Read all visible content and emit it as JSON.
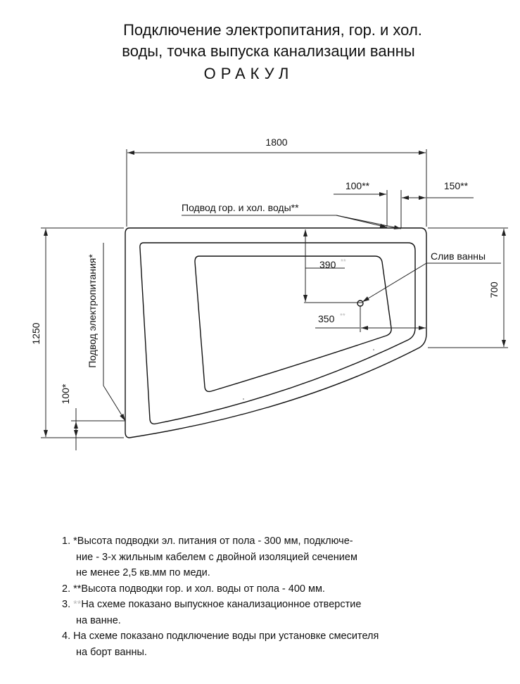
{
  "title": {
    "line1": "Подключение электропитания, гор. и хол.",
    "line2": "воды, точка выпуска канализации ванны",
    "line3": "ОРАКУЛ"
  },
  "dimensions": {
    "width_total": "1800",
    "depth_total": "1250",
    "depth_right": "700",
    "water_offset": "100**",
    "water_gap_right": "150**",
    "drain_from_top": "390",
    "drain_from_right": "350",
    "power_height": "100*",
    "drain_mark": "**",
    "drain_mark_2": "**"
  },
  "labels": {
    "water_supply": "Подвод гор. и хол. воды**",
    "drain": "Слив ванны",
    "power_supply": "Подвод электропитания*"
  },
  "notes": [
    {
      "num": "1.",
      "mark": "*",
      "lines": [
        "Высота подводки эл. питания от пола - 300 мм, подключе-",
        "ние - 3-х жильным кабелем с двойной изоляцией сечением",
        "не менее 2,5 кв.мм по меди."
      ]
    },
    {
      "num": "2.",
      "mark": "**",
      "lines": [
        "Высота подводки гор. и хол. воды от пола - 400 мм."
      ]
    },
    {
      "num": "3.",
      "mark": "**",
      "lines": [
        "На схеме показано выпускное канализационное отверстие",
        "на ванне."
      ]
    },
    {
      "num": "4.",
      "mark": "",
      "lines": [
        "На схеме показано подключение воды при установке смесителя",
        "на борт ванны."
      ]
    }
  ]
}
